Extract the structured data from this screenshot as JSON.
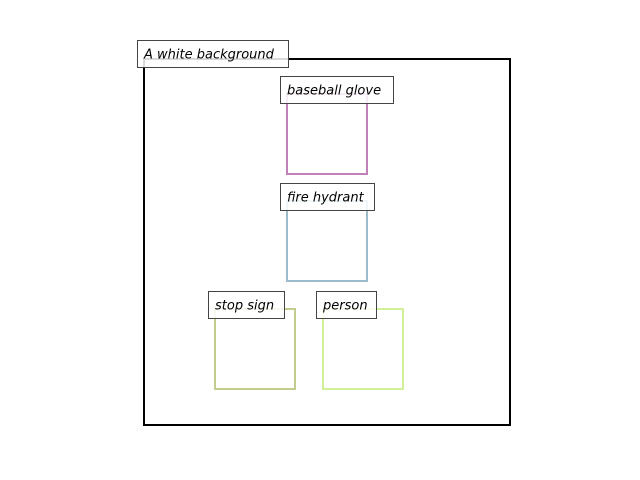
{
  "scene": {
    "caption": "A white background",
    "frame_color": "#000000"
  },
  "objects": [
    {
      "id": "baseball-glove",
      "label": "baseball glove",
      "color": "#c080b8"
    },
    {
      "id": "fire-hydrant",
      "label": "fire hydrant",
      "color": "#9cbccc"
    },
    {
      "id": "stop-sign",
      "label": "stop sign",
      "color": "#c2cc8c"
    },
    {
      "id": "person",
      "label": "person",
      "color": "#d2f098"
    }
  ]
}
